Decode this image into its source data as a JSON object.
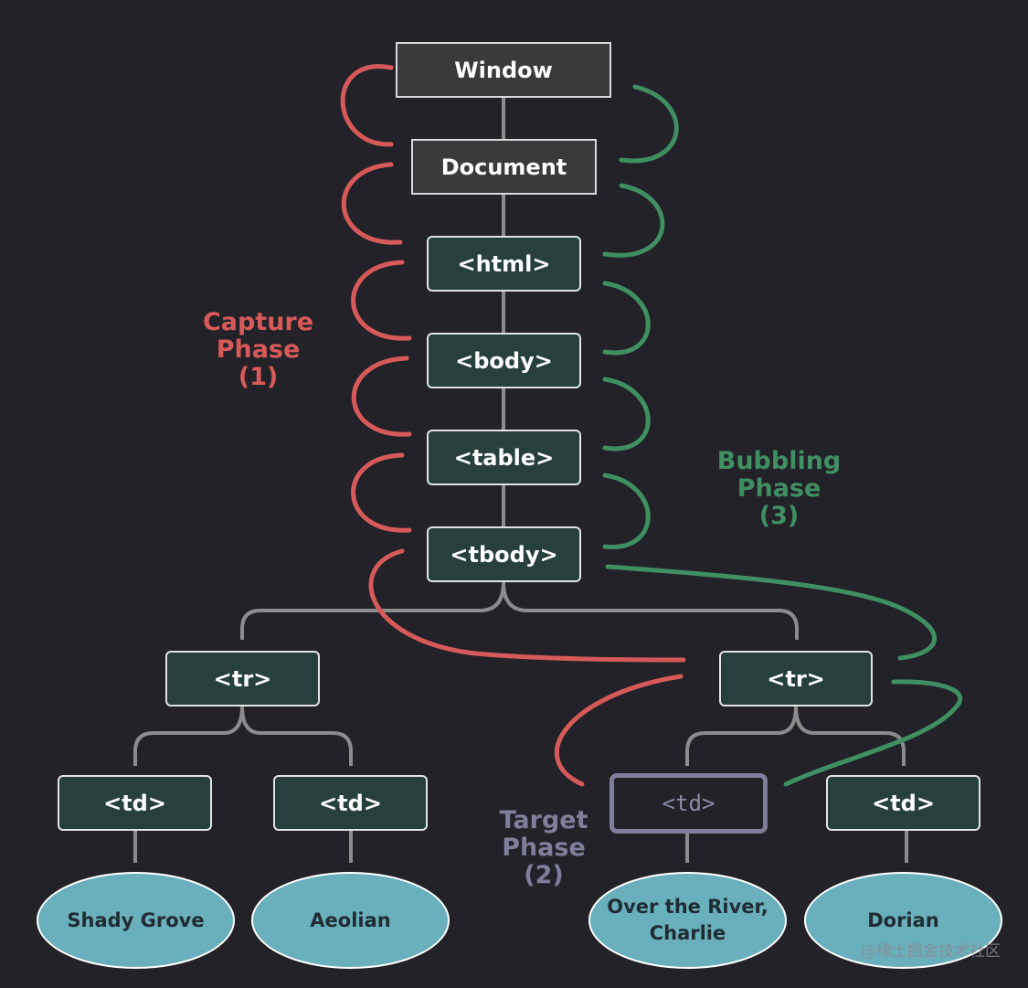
{
  "colors": {
    "background": "#222228",
    "capture": "#d75a5a",
    "bubbling": "#3f8f63",
    "target": "#7f7f9c",
    "connector": "#8c8c8c",
    "leaf": "#6aafbc"
  },
  "nodes": {
    "window": "Window",
    "document": "Document",
    "html": "<html>",
    "body": "<body>",
    "table": "<table>",
    "tbody": "<tbody>",
    "tr_left": "<tr>",
    "tr_right": "<tr>",
    "td_1": "<td>",
    "td_2": "<td>",
    "td_target": "<td>",
    "td_4": "<td>"
  },
  "leaves": {
    "shady_grove": "Shady Grove",
    "aeolian": "Aeolian",
    "over_the_river": "Over the River,\nCharlie",
    "dorian": "Dorian"
  },
  "phases": {
    "capture": "Capture\nPhase\n(1)",
    "bubbling": "Bubbling\nPhase\n(3)",
    "target": "Target\nPhase\n(2)"
  },
  "watermark": "@稀土掘金技术社区"
}
